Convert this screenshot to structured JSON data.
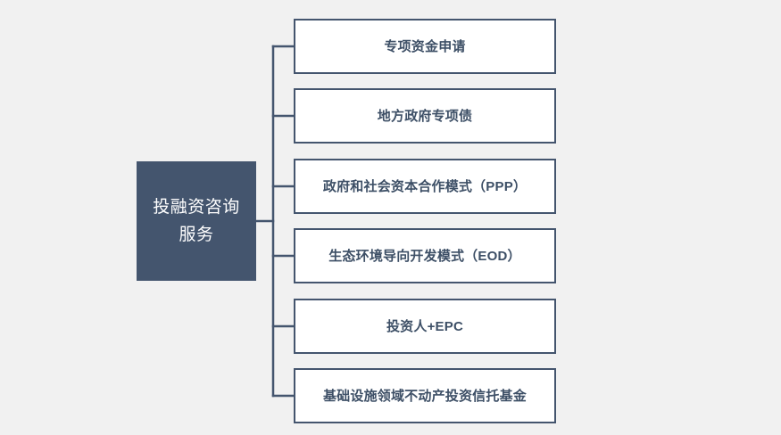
{
  "diagram": {
    "type": "tree",
    "background_color": "#f1f1f1",
    "accent_color": "#44556e",
    "text_color": "#3d4f66",
    "root": {
      "label": "投融资咨询\n服务",
      "fill": "#44556e",
      "text_color": "#ffffff"
    },
    "branches": [
      {
        "label": "专项资金申请"
      },
      {
        "label": "地方政府专项债"
      },
      {
        "label": "政府和社会资本合作模式（PPP）"
      },
      {
        "label": "生态环境导向开发模式（EOD）"
      },
      {
        "label": "投资人+EPC"
      },
      {
        "label": "基础设施领域不动产投资信托基金"
      }
    ]
  }
}
